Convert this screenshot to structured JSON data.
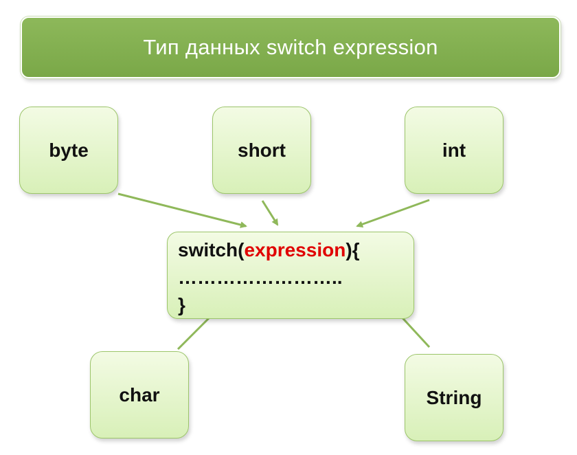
{
  "banner": {
    "title": "Тип данных switch expression",
    "color": "#7aa848"
  },
  "types": {
    "byte": "byte",
    "short": "short",
    "int": "int",
    "char": "char",
    "string": "String"
  },
  "code": {
    "keyword_open": "switch(",
    "expression": "expression",
    "close": "){",
    "dots": "……………………..",
    "brace": "}"
  },
  "colors": {
    "box_fill": "#e3f5c8",
    "box_border": "#9cc56a",
    "arrow": "#8fb85a",
    "expression": "#e00000"
  }
}
